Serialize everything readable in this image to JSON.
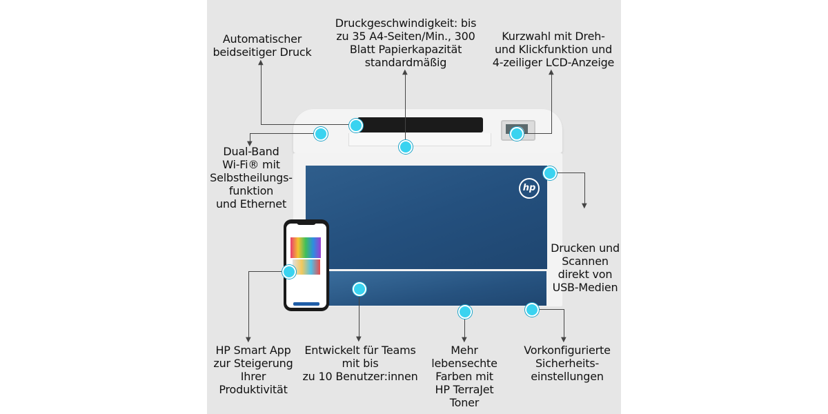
{
  "labels": {
    "duplex": [
      "Automatischer",
      "beidseitiger Druck"
    ],
    "speed": [
      "Druckgeschwindigkeit: bis",
      "zu 35 A4-Seiten/Min., 300",
      "Blatt Papierkapazität",
      "standardmäßig"
    ],
    "dial": [
      "Kurzwahl mit Dreh-",
      "und Klickfunktion und",
      "4-zeiliger LCD-Anzeige"
    ],
    "wifi": [
      "Dual-Band",
      "Wi-Fi® mit",
      "Selbstheilungs-",
      "funktion",
      "und Ethernet"
    ],
    "usb": [
      "Drucken und",
      "Scannen",
      "direkt von",
      "USB-Medien"
    ],
    "app": [
      "HP Smart App",
      "zur Steigerung",
      "Ihrer",
      "Produktivität"
    ],
    "teams": [
      "Entwickelt für Teams",
      "mit bis",
      "zu 10 Benutzer:innen"
    ],
    "colors": [
      "Mehr",
      "lebensechte",
      "Farben mit",
      "HP TerraJet",
      "Toner"
    ],
    "security": [
      "Vorkonfigurierte",
      "Sicherheits-",
      "einstellungen"
    ]
  },
  "logo_text": "hp",
  "colors": {
    "panel_bg": "#e6e6e6",
    "printer_front": "#24507e",
    "callout_dot": "#3ad3f0"
  }
}
